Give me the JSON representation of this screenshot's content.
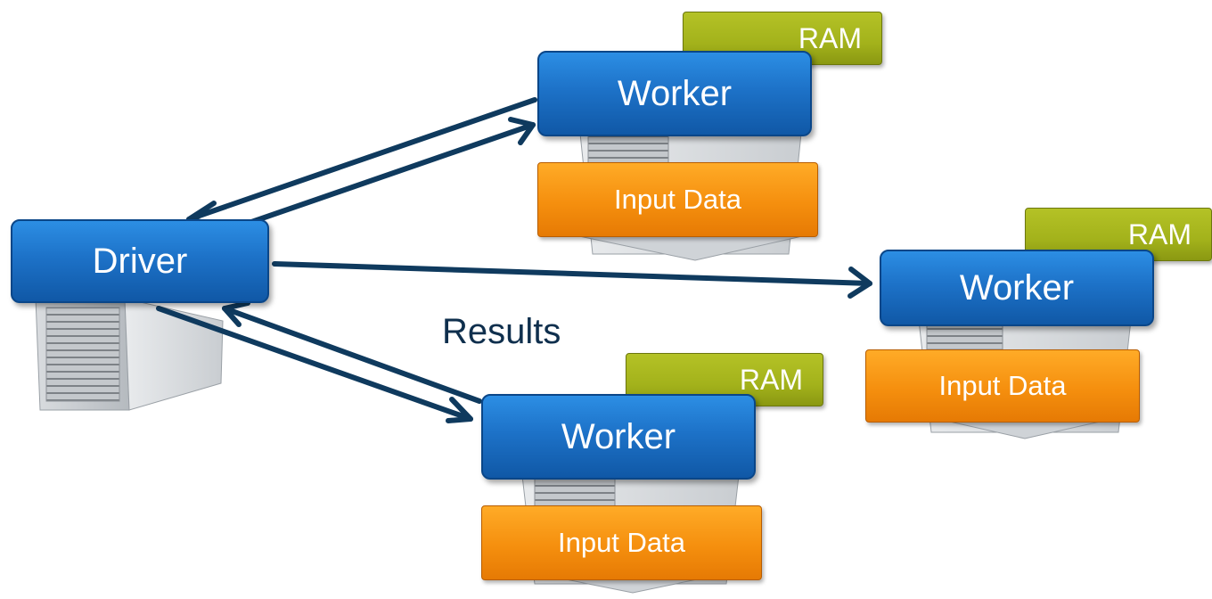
{
  "driver": {
    "label": "Driver"
  },
  "workers": [
    {
      "label": "Worker",
      "ram": "RAM",
      "input": "Input Data"
    },
    {
      "label": "Worker",
      "ram": "RAM",
      "input": "Input Data"
    },
    {
      "label": "Worker",
      "ram": "RAM",
      "input": "Input Data"
    }
  ],
  "annotation": {
    "results": "Results"
  },
  "colors": {
    "node_blue": "#1d72c8",
    "ram_green": "#a3b21b",
    "input_orange": "#f58f0e",
    "arrow": "#0f3a5e"
  }
}
